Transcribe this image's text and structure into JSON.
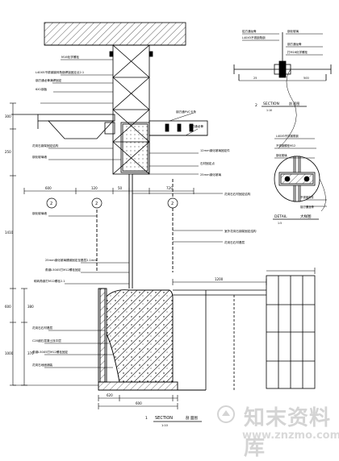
{
  "watermark": {
    "site_name": "知末资料库",
    "url": "www.znzmo.com"
  },
  "main_section": {
    "title": "SECTION",
    "subtitle": "剖 面图",
    "number": "1",
    "scale": "1:10",
    "labels": {
      "m16_bolt": "M16化学螺栓",
      "angle_steel": "L40X5不锈钢镀锌角钢焊接固定点2.1",
      "steel_fin": "6X1钢板",
      "steel_plate_fixed": "钢方通龙骨满焊固定",
      "pvc_clip": "钢方通PVC卡条",
      "aluminum_frame": "铝方通龙骨",
      "stone_fix": "花岗石钢架固定结构",
      "glass_wall": "钢化玻璃墙",
      "glass_12mm": "12mm钢化玻璃固定件",
      "glass_spec": "25mm钢化玻璃",
      "structure_note": "花岗石石材固定结构",
      "fixed_point": "石材固定点",
      "bottom_steel": "25mm钢化玻璃槽钢固定至基层2.1mm",
      "bottom_fix": "角钢L50X5打M12螺栓固定",
      "stone_base": "花岗石石材基层",
      "mortar": "砌砖角钢打M12螺栓2.1",
      "screed": "C20细石混凝土找平层",
      "floor": "花岗石地面铺装",
      "right_note": "室外花岗石钢架固定结构"
    },
    "dims": {
      "h1": "300",
      "h2": "250",
      "h3": "370",
      "h4": "1410",
      "h5": "600",
      "h6": "380",
      "h7": "1000",
      "w1": "600",
      "w2": "120",
      "w3": "50",
      "w4": "720",
      "w5": "620",
      "w6": "1200",
      "w7": "600",
      "grid_a": "2",
      "grid_b": "2",
      "grid_c": "2"
    }
  },
  "plan_section": {
    "title": "SECTION",
    "subtitle": "剖 面图",
    "number": "2",
    "scale": "1:10",
    "labels": {
      "l1": "铝方通龙骨",
      "l2": "L40X5不锈钢角钢",
      "l3": "钢化玻璃",
      "l4": "钢方通龙骨",
      "l5": "打M16化学螺栓"
    },
    "dims": {
      "d1": "25",
      "d2": "500"
    }
  },
  "detail": {
    "title": "DETAIL",
    "subtitle": "大样图",
    "scale": "1:5",
    "labels": {
      "l1": "L40X5不锈钢角钢",
      "l2": "不锈钢螺栓M12",
      "l3": "钢化玻璃",
      "l4": "不锈钢夹件",
      "l5": "钢方通龙骨"
    }
  }
}
